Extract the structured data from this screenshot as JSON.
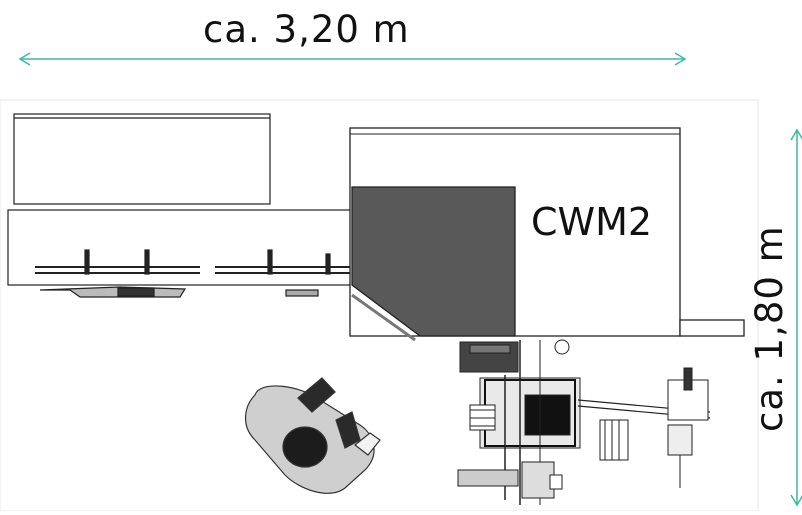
{
  "dimensions": {
    "width_label": "ca. 3,20 m",
    "height_label": "ca. 1,80 m"
  },
  "machine": {
    "name": "CWM2"
  },
  "colors": {
    "dimension_line": "#3cb9a6",
    "outline": "#222222",
    "dark_fill": "#595959",
    "background": "#ffffff"
  }
}
